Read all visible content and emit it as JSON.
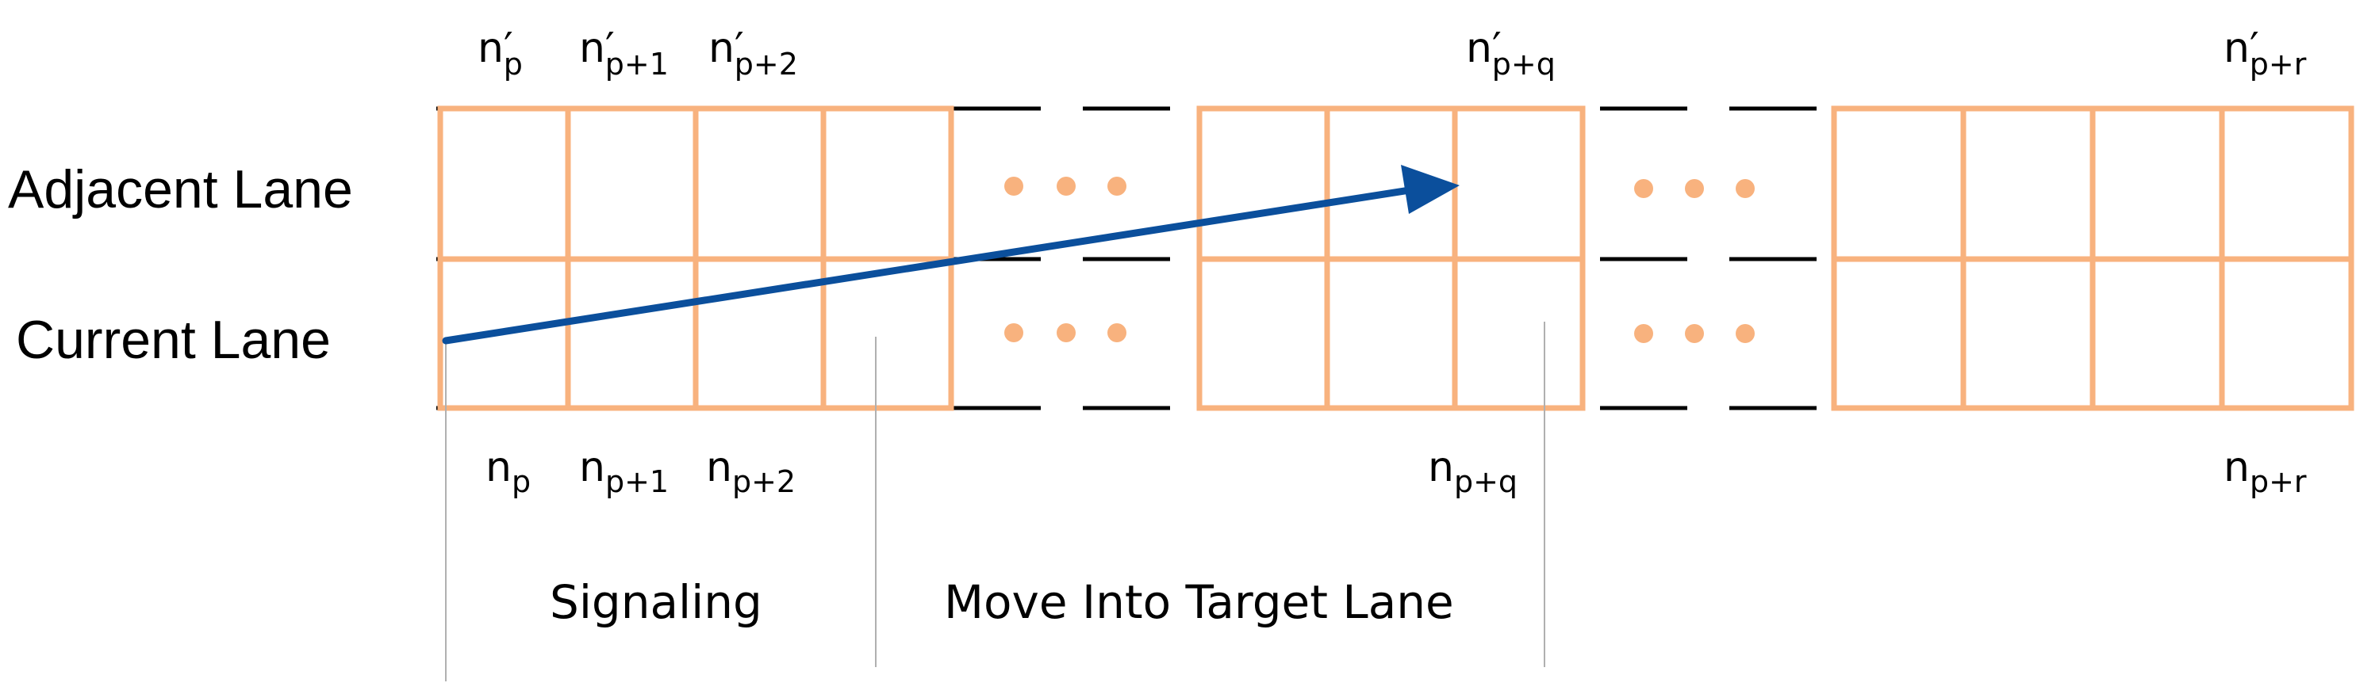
{
  "lanes": {
    "adjacent": "Adjacent Lane",
    "current": "Current Lane"
  },
  "top_cells": [
    {
      "base": "n",
      "prime": "′",
      "sub": "p"
    },
    {
      "base": "n",
      "prime": "′",
      "sub": "p+1"
    },
    {
      "base": "n",
      "prime": "′",
      "sub": "p+2"
    },
    {
      "base": "n",
      "prime": "′",
      "sub": "p+q"
    },
    {
      "base": "n",
      "prime": "′",
      "sub": "p+r"
    }
  ],
  "bottom_cells": [
    {
      "base": "n",
      "sub": "p"
    },
    {
      "base": "n",
      "sub": "p+1"
    },
    {
      "base": "n",
      "sub": "p+2"
    },
    {
      "base": "n",
      "sub": "p+q"
    },
    {
      "base": "n",
      "sub": "p+r"
    }
  ],
  "phases": {
    "signaling": "Signaling",
    "move": "Move Into Target Lane"
  },
  "colors": {
    "cell_border": "#F8B27E",
    "lane_marking": "#000000",
    "arrow": "#0B4F9C",
    "ellipsis_dot": "#F8B27E",
    "guide_line": "#B0B0B0"
  }
}
